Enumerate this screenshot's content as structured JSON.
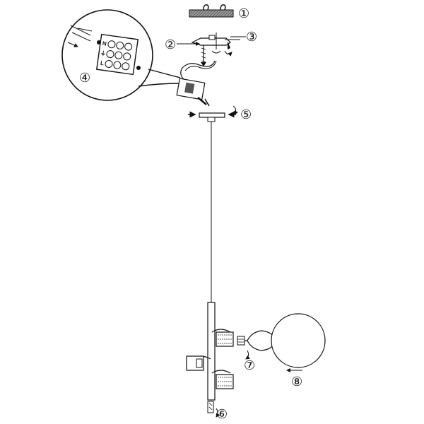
{
  "diagram": {
    "steps": [
      {
        "id": "1",
        "label": "①"
      },
      {
        "id": "2",
        "label": "②"
      },
      {
        "id": "3",
        "label": "③"
      },
      {
        "id": "4",
        "label": "④"
      },
      {
        "id": "5",
        "label": "⑤"
      },
      {
        "id": "6",
        "label": "⑥"
      },
      {
        "id": "7",
        "label": "⑦"
      },
      {
        "id": "8",
        "label": "⑧"
      }
    ],
    "terminal_labels": {
      "neutral": "N",
      "earth": "⏚",
      "live": "L"
    }
  },
  "colors": {
    "line": "#111111",
    "ceiling_fill": "#8a8a8a",
    "background": "#ffffff"
  }
}
